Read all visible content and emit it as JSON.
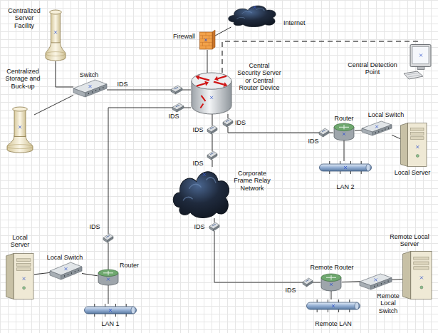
{
  "diagram": {
    "nodes": [
      {
        "text": [
          "Centralized Server Facility"
        ]
      },
      {
        "text": [
          "Centralized Storage and Buck-up"
        ]
      },
      {
        "text": [
          "Switch"
        ]
      },
      {
        "text": [
          "IDS"
        ]
      },
      {
        "text": [
          "IDS"
        ]
      },
      {
        "text": [
          "Firewall"
        ]
      },
      {
        "text": [
          "Internet"
        ]
      },
      {
        "text": [
          "Central Security Server or Central Router Device"
        ]
      },
      {
        "text": [
          "Central Detection Point"
        ]
      },
      {
        "text": [
          "IDS"
        ]
      },
      {
        "text": [
          "IDS"
        ]
      },
      {
        "text": [
          "IDS"
        ]
      },
      {
        "text": [
          "Router"
        ]
      },
      {
        "text": [
          "Local Switch"
        ]
      },
      {
        "text": [
          "Local Server"
        ]
      },
      {
        "text": [
          "LAN 2"
        ]
      },
      {
        "text": [
          "IDS"
        ]
      },
      {
        "text": [
          "Corporate Frame Relay Network"
        ]
      },
      {
        "text": [
          "IDS"
        ]
      },
      {
        "text": [
          "IDS"
        ]
      },
      {
        "text": [
          "Local Server"
        ]
      },
      {
        "text": [
          "Local Switch"
        ]
      },
      {
        "text": [
          "Router"
        ]
      },
      {
        "text": [
          "LAN 1"
        ]
      },
      {
        "text": [
          "Remote Local Server"
        ]
      },
      {
        "text": [
          "Remote Router"
        ]
      },
      {
        "text": [
          "IDS"
        ]
      },
      {
        "text": [
          "Remote Local Switch"
        ]
      },
      {
        "text": [
          "Remote LAN"
        ]
      }
    ],
    "edges": [
      {
        "from": 0,
        "to": 2,
        "arrow": "none"
      },
      {
        "from": 1,
        "to": 2,
        "arrow": "none"
      },
      {
        "from": 2,
        "to": 3,
        "arrow": "none"
      },
      {
        "from": 3,
        "to": 7,
        "arrow": "none"
      },
      {
        "from": 4,
        "to": 7,
        "arrow": "none"
      },
      {
        "from": 19,
        "to": 4,
        "arrow": "none"
      },
      {
        "from": 7,
        "to": 5,
        "arrow": "none"
      },
      {
        "from": 5,
        "to": 6,
        "arrow": "none"
      },
      {
        "from": 7,
        "to": 8,
        "arrow": "none"
      },
      {
        "from": 7,
        "to": 9,
        "arrow": "none"
      },
      {
        "from": 9,
        "to": 10,
        "arrow": "none"
      },
      {
        "from": 10,
        "to": 12,
        "arrow": "none"
      },
      {
        "from": 12,
        "to": 13,
        "arrow": "none"
      },
      {
        "from": 13,
        "to": 14,
        "arrow": "none"
      },
      {
        "from": 12,
        "to": 15,
        "arrow": "none"
      },
      {
        "from": 7,
        "to": 11,
        "arrow": "none"
      },
      {
        "from": 11,
        "to": 16,
        "arrow": "none"
      },
      {
        "from": 16,
        "to": 17,
        "arrow": "none"
      },
      {
        "from": 17,
        "to": 18,
        "arrow": "none"
      },
      {
        "from": 18,
        "to": 26,
        "arrow": "none"
      },
      {
        "from": 26,
        "to": 25,
        "arrow": "none"
      },
      {
        "from": 25,
        "to": 27,
        "arrow": "none"
      },
      {
        "from": 27,
        "to": 24,
        "arrow": "none"
      },
      {
        "from": 25,
        "to": 28,
        "arrow": "none"
      },
      {
        "from": 20,
        "to": 21,
        "arrow": "none"
      },
      {
        "from": 21,
        "to": 22,
        "arrow": "none"
      },
      {
        "from": 19,
        "to": 22,
        "arrow": "none"
      },
      {
        "from": 22,
        "to": 23,
        "arrow": "none"
      }
    ]
  }
}
